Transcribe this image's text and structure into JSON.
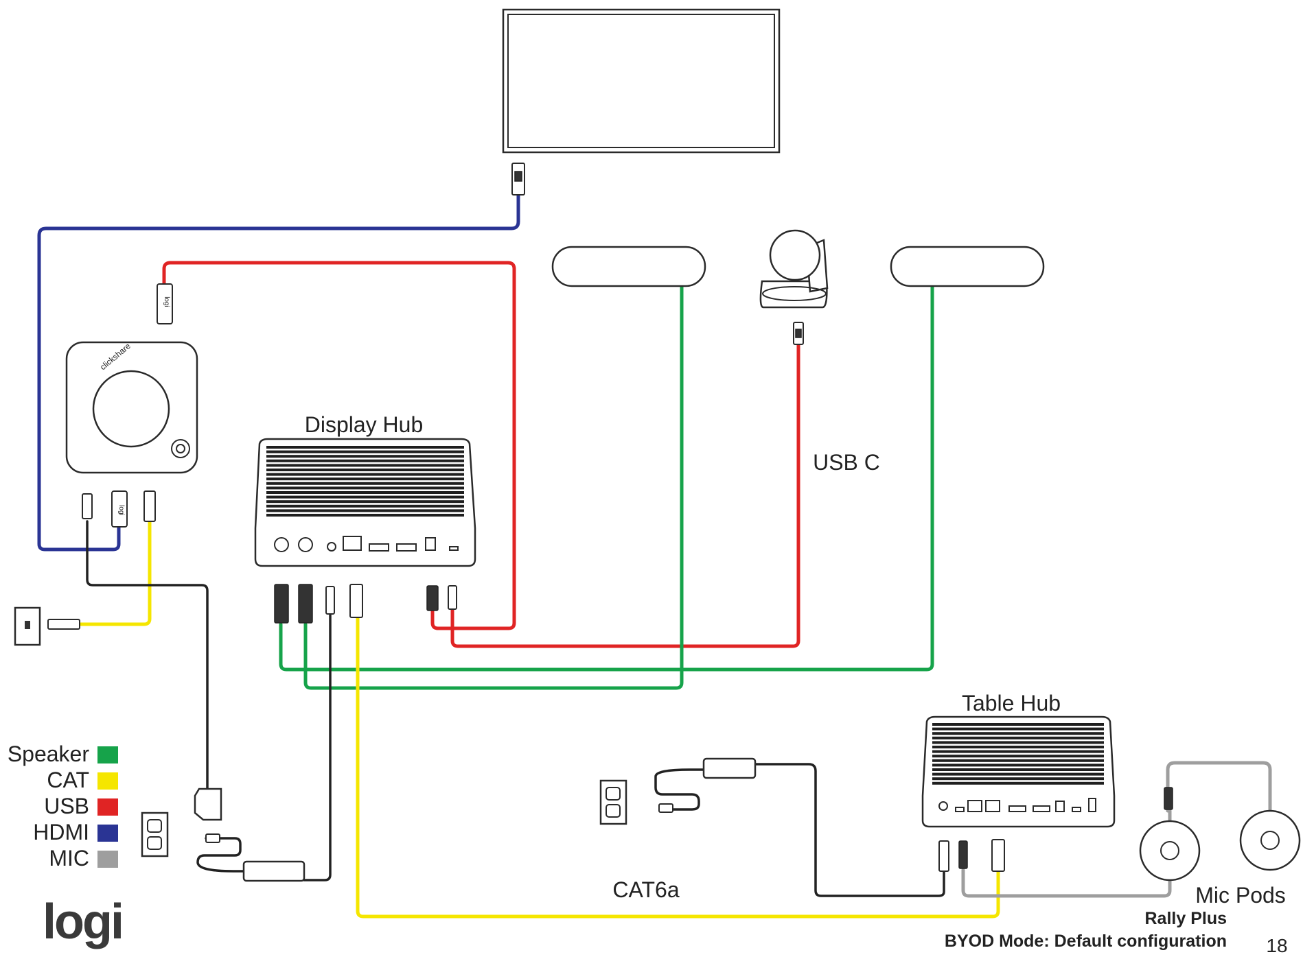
{
  "colors": {
    "speaker": "#16A34A",
    "cat": "#F5E600",
    "usb": "#E02424",
    "hdmi": "#2A3494",
    "mic": "#9E9E9E",
    "power": "#222222"
  },
  "labels": {
    "display_hub": "Display Hub",
    "table_hub": "Table Hub",
    "usb_c": "USB C",
    "cat6a": "CAT6a",
    "mic_pods": "Mic Pods"
  },
  "legend": [
    {
      "label": "Speaker",
      "color_key": "speaker"
    },
    {
      "label": "CAT",
      "color_key": "cat"
    },
    {
      "label": "USB",
      "color_key": "usb"
    },
    {
      "label": "HDMI",
      "color_key": "hdmi"
    },
    {
      "label": "MIC",
      "color_key": "mic"
    }
  ],
  "footer": {
    "product": "Rally Plus",
    "mode": "BYOD Mode: Default configuration",
    "page_number": "18",
    "logo_text": "logi"
  },
  "device_marks": {
    "clickshare_text": "clickshare",
    "dongle_text": "logi"
  },
  "icons": [
    "display-icon",
    "speaker-icon",
    "camera-icon",
    "clickshare-icon",
    "hub-icon",
    "wall-outlet-icon",
    "ethernet-jack-icon",
    "power-adapter-icon",
    "mic-pod-icon",
    "logo-icon"
  ]
}
